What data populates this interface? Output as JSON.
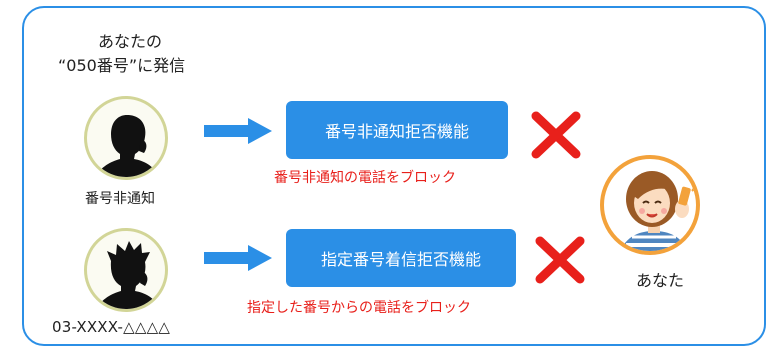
{
  "intro": {
    "line1": "あなたの",
    "line2": "“050番号”に発信"
  },
  "callers": [
    {
      "label": "番号非通知",
      "feature": "番号非通知拒否機能",
      "block_text": "番号非通知の電話をブロック"
    },
    {
      "label": "03-XXXX-△△△△",
      "feature": "指定番号着信拒否機能",
      "block_text": "指定した番号からの電話をブロック"
    }
  ],
  "recipient": {
    "label": "あなた"
  },
  "colors": {
    "frame": "#2b8fe6",
    "button": "#2b8fe6",
    "arrow": "#2b8fe6",
    "block_mark": "#e8201b",
    "block_text": "#e8201b",
    "caller_ring": "#d2d597",
    "recipient_ring": "#f3a23b"
  },
  "icons": {
    "caller": "silhouette-person-on-phone-icon",
    "arrow": "right-arrow-icon",
    "block": "red-x-icon",
    "recipient": "woman-with-phone-icon"
  }
}
